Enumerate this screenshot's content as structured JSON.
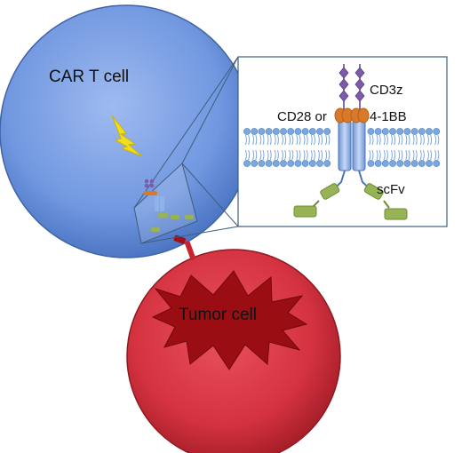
{
  "labels": {
    "car_t_cell": "CAR T cell",
    "tumor_cell": "Tumor cell",
    "cd3z": "CD3z",
    "cd28_or": "CD28 or",
    "four_1bb": "4-1BB",
    "scfv": "scFv"
  },
  "colors": {
    "t_cell": "#6f93dc",
    "tumor_cell": "#d9323f",
    "tumor_star": "#9a0d12",
    "membrane": "#7aa7dd",
    "receptor": "#8fb2e8",
    "cd3z": "#7e5ba8",
    "costim": "#d97a2b",
    "scfv": "#97b356",
    "lightning": "#f2dc1e",
    "zoom_frame": "#3f5d7d"
  }
}
